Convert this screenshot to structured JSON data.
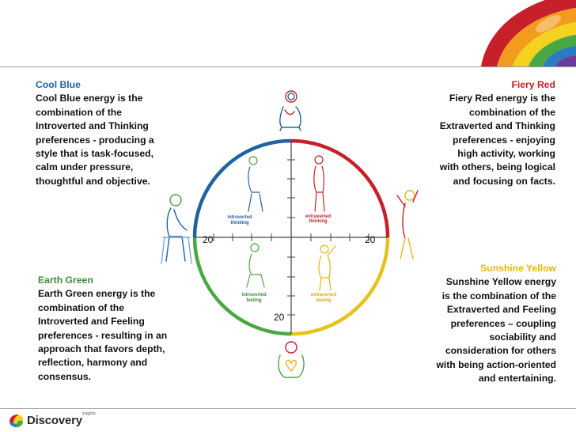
{
  "quadrants": {
    "blue": {
      "title": "Cool Blue",
      "lines": [
        "Cool Blue energy is the",
        "combination of the",
        "Introverted and Thinking",
        "preferences - producing a",
        "style that is task-focused,",
        "calm under pressure,",
        "thoughtful and objective."
      ],
      "color": "#1f63a3"
    },
    "red": {
      "title": "Fiery Red",
      "lines": [
        "Fiery Red energy is the",
        "combination of the",
        "Extraverted and Thinking",
        "preferences - enjoying",
        "high activity, working",
        "with others, being logical",
        "and focusing on facts."
      ],
      "color": "#c8202a"
    },
    "green": {
      "title": "Earth Green",
      "lines": [
        "Earth Green energy is the",
        "combination of the",
        "Introverted and Feeling",
        "preferences - resulting in an",
        "approach that favors depth,",
        "reflection, harmony and",
        "consensus."
      ],
      "color": "#3b8d39"
    },
    "yellow": {
      "title": "Sunshine Yellow",
      "lines": [
        "Sunshine Yellow energy",
        "is the combination of the",
        "Extraverted and Feeling",
        "preferences – coupling",
        "sociability and",
        "consideration for others",
        "with being action-oriented",
        "and entertaining."
      ],
      "color": "#e7b511"
    }
  },
  "wheel": {
    "scale_labels": {
      "left": "20",
      "right": "20",
      "bottom": "20"
    },
    "inner_labels": {
      "introverted_thinking": [
        "introverted",
        "thinking"
      ],
      "extraverted_thinking": [
        "extraverted",
        "thinking"
      ],
      "introverted_feeling": [
        "introverted",
        "feeling"
      ],
      "extraverted_feeling": [
        "extraverted",
        "feeling"
      ]
    }
  },
  "logo": {
    "name": "Discovery",
    "tm": "insights"
  }
}
